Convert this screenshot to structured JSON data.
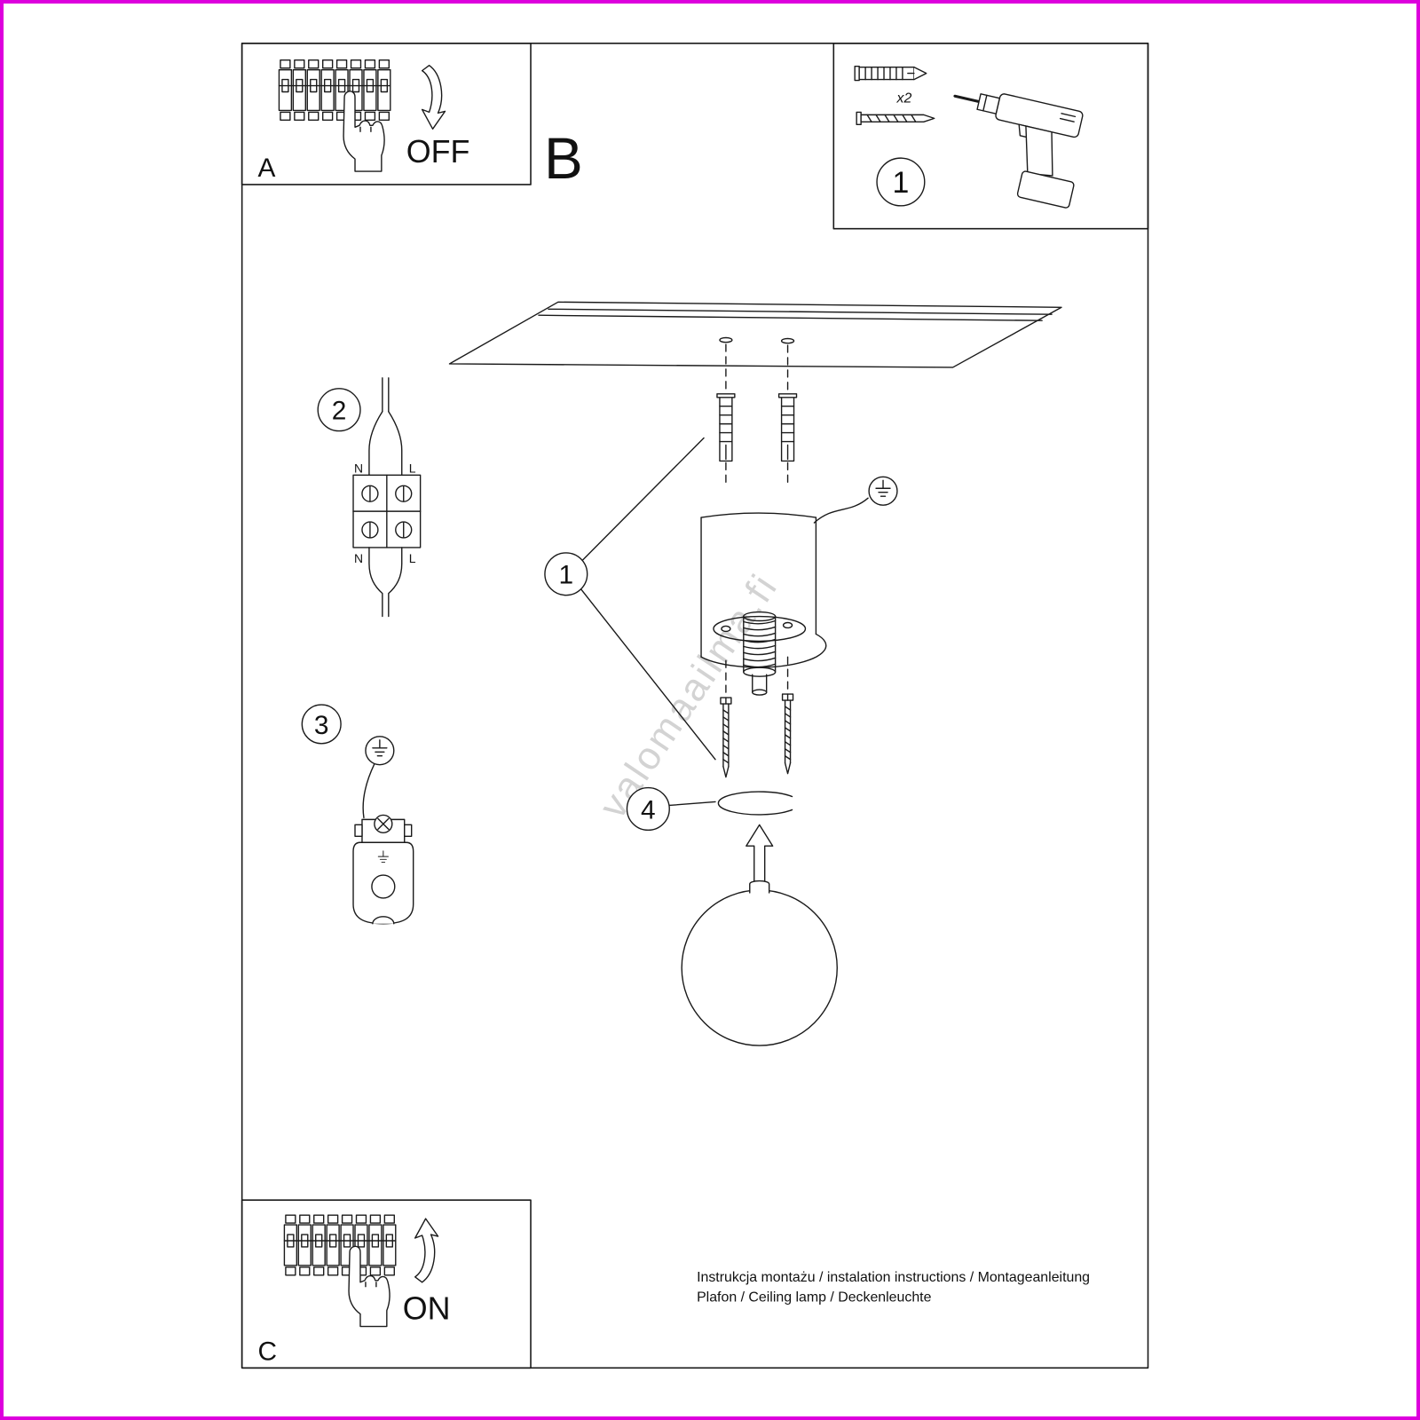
{
  "colors": {
    "page_border": "#dd00dd",
    "line": "#1a1a1a",
    "watermark_text": "#bdbdbd"
  },
  "panel_a": {
    "label": "A",
    "switch_action": "OFF"
  },
  "section_b_label": "B",
  "tool_panel": {
    "step_number": "1",
    "anchor_quantity": "x2"
  },
  "main_diagram": {
    "step_anchor_screws": "1",
    "step_ring": "4"
  },
  "wiring_diagram": {
    "step_number": "2",
    "top_left": "N",
    "top_right": "L",
    "bottom_left": "N",
    "bottom_right": "L"
  },
  "ground_diagram": {
    "step_number": "3"
  },
  "panel_c": {
    "label": "C",
    "switch_action": "ON"
  },
  "footer": {
    "line1": "Instrukcja montażu / instalation instructions / Montageanleitung",
    "line2": "Plafon / Ceiling lamp / Deckenleuchte"
  },
  "watermark": "valomaailma.fi"
}
